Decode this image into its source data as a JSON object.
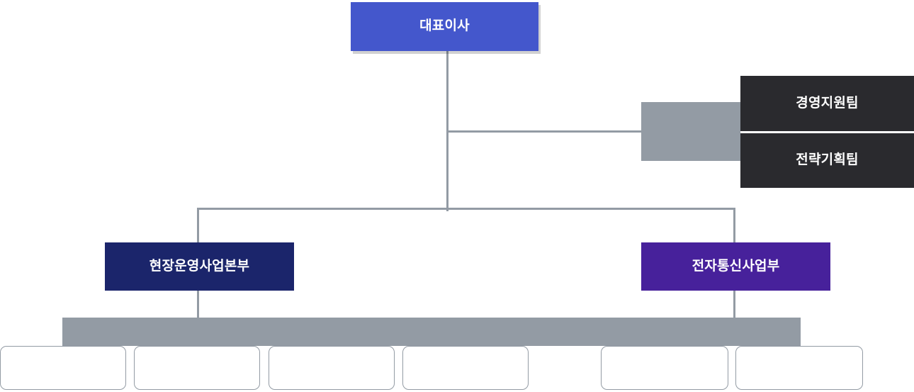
{
  "chart": {
    "type": "org-chart",
    "title": "",
    "background": "#ffffff",
    "colors": {
      "ceo": "#4457cc",
      "support_team": "#2a2a2e",
      "division_navy": "#1b256b",
      "division_purple": "#47219b",
      "connector_gray": "#939ba4",
      "leaf_border": "#939ba4",
      "leaf_fill": "#ffffff",
      "node_text": "#ffffff"
    },
    "nodes": {
      "ceo": {
        "label": "대표이사"
      },
      "staff": [
        {
          "label": "경영지원팀"
        },
        {
          "label": "전략기획팀"
        }
      ],
      "divisions": [
        {
          "label": "현장운영사업본부"
        },
        {
          "label": "전자통신사업부"
        }
      ],
      "leaves": [
        {
          "label": ""
        },
        {
          "label": ""
        },
        {
          "label": ""
        },
        {
          "label": ""
        },
        {
          "label": ""
        },
        {
          "label": ""
        }
      ]
    }
  }
}
